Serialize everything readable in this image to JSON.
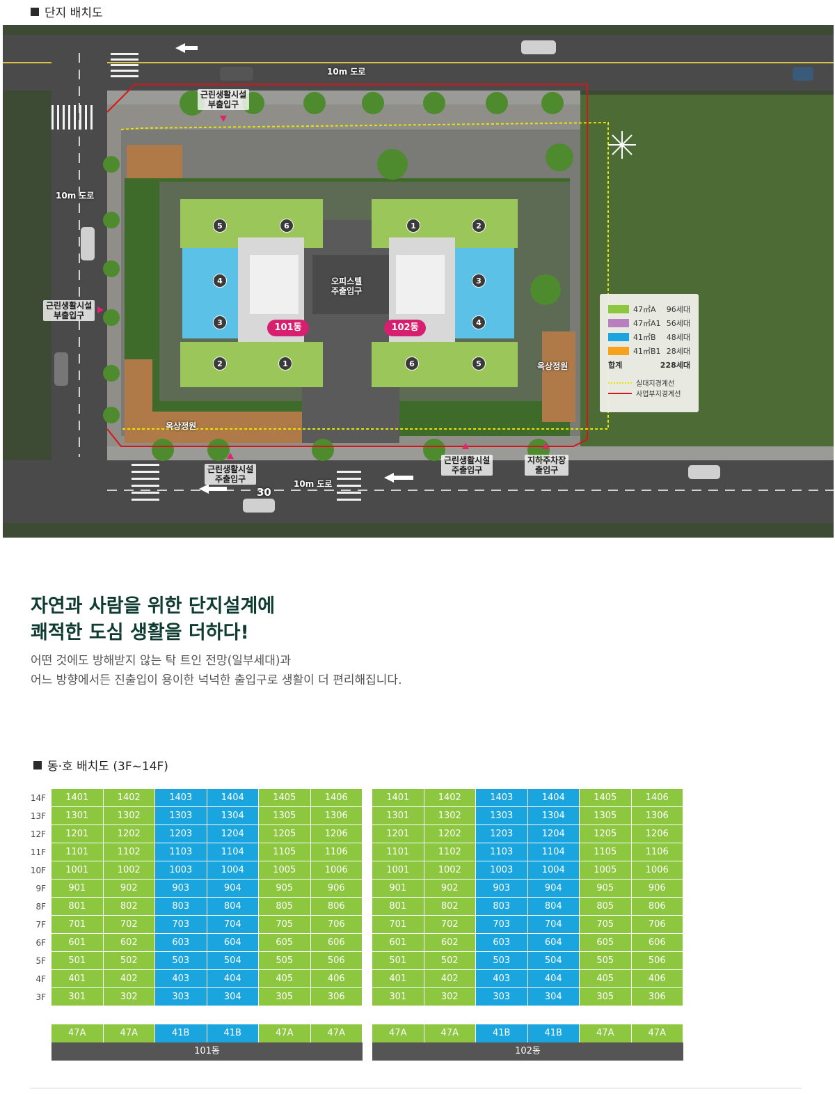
{
  "siteplan_section": {
    "title": "단지 배치도"
  },
  "siteplan": {
    "road_labels": [
      "10m 도로",
      "10m 도로",
      "10m 도로"
    ],
    "entrances": {
      "top": "근린생활시설\n부출입구",
      "left": "근린생활시설\n부출입구",
      "bottom_left": "근린생활시설\n주출입구",
      "bottom_mid": "근린생활시설\n주출입구",
      "parking": "지하주차장\n출입구",
      "officetel": "오피스텔\n주출입구"
    },
    "gardens": [
      "옥상정원",
      "옥상정원"
    ],
    "buildings": [
      "101동",
      "102동"
    ],
    "road_number": "30",
    "unit_numbers_101": [
      "5",
      "6",
      "4",
      "3",
      "2",
      "1"
    ],
    "unit_numbers_102": [
      "1",
      "2",
      "3",
      "4",
      "6",
      "5"
    ],
    "legend": {
      "items": [
        {
          "type": "47㎡A",
          "count": "96세대",
          "color": "#8dc63f"
        },
        {
          "type": "47㎡A1",
          "count": "56세대",
          "color": "#b77fc0"
        },
        {
          "type": "41㎡B",
          "count": "48세대",
          "color": "#1aa5df"
        },
        {
          "type": "41㎡B1",
          "count": "28세대",
          "color": "#f7a21b"
        }
      ],
      "total_label": "합계",
      "total_count": "228세대",
      "lines": [
        {
          "label": "실대지경계선",
          "color": "#e6e600"
        },
        {
          "label": "사업부지경계선",
          "color": "#d7141a"
        }
      ]
    }
  },
  "headline": {
    "line1": "자연과 사람을 위한 단지설계에",
    "line2": "쾌적한 도심 생활을 더하다!"
  },
  "description": {
    "line1": "어떤 것에도 방해받지 않는 탁 트인 전망(일부세대)과",
    "line2": "어느 방향에서든 진출입이 용이한 넉넉한 출입구로 생활이 더 편리해집니다."
  },
  "unit_section": {
    "title": "동·호 배치도 (3F~14F)"
  },
  "unit_table": {
    "floors": [
      "14F",
      "13F",
      "12F",
      "11F",
      "10F",
      "9F",
      "8F",
      "7F",
      "6F",
      "5F",
      "4F",
      "3F"
    ],
    "column_colors": [
      "g",
      "g",
      "b",
      "b",
      "g",
      "g"
    ],
    "colors": {
      "green": "#8dc63f",
      "blue": "#1aa5df",
      "dong_bar": "#555555"
    },
    "buildings": [
      {
        "name": "101동",
        "types": [
          "47A",
          "47A",
          "41B",
          "41B",
          "47A",
          "47A"
        ],
        "rows": [
          [
            "1401",
            "1402",
            "1403",
            "1404",
            "1405",
            "1406"
          ],
          [
            "1301",
            "1302",
            "1303",
            "1304",
            "1305",
            "1306"
          ],
          [
            "1201",
            "1202",
            "1203",
            "1204",
            "1205",
            "1206"
          ],
          [
            "1101",
            "1102",
            "1103",
            "1104",
            "1105",
            "1106"
          ],
          [
            "1001",
            "1002",
            "1003",
            "1004",
            "1005",
            "1006"
          ],
          [
            "901",
            "902",
            "903",
            "904",
            "905",
            "906"
          ],
          [
            "801",
            "802",
            "803",
            "804",
            "805",
            "806"
          ],
          [
            "701",
            "702",
            "703",
            "704",
            "705",
            "706"
          ],
          [
            "601",
            "602",
            "603",
            "604",
            "605",
            "606"
          ],
          [
            "501",
            "502",
            "503",
            "504",
            "505",
            "506"
          ],
          [
            "401",
            "402",
            "403",
            "404",
            "405",
            "406"
          ],
          [
            "301",
            "302",
            "303",
            "304",
            "305",
            "306"
          ]
        ]
      },
      {
        "name": "102동",
        "types": [
          "47A",
          "47A",
          "41B",
          "41B",
          "47A",
          "47A"
        ],
        "rows": [
          [
            "1401",
            "1402",
            "1403",
            "1404",
            "1405",
            "1406"
          ],
          [
            "1301",
            "1302",
            "1303",
            "1304",
            "1305",
            "1306"
          ],
          [
            "1201",
            "1202",
            "1203",
            "1204",
            "1205",
            "1206"
          ],
          [
            "1101",
            "1102",
            "1103",
            "1104",
            "1105",
            "1106"
          ],
          [
            "1001",
            "1002",
            "1003",
            "1004",
            "1005",
            "1006"
          ],
          [
            "901",
            "902",
            "903",
            "904",
            "905",
            "906"
          ],
          [
            "801",
            "802",
            "803",
            "804",
            "805",
            "806"
          ],
          [
            "701",
            "702",
            "703",
            "704",
            "705",
            "706"
          ],
          [
            "601",
            "602",
            "603",
            "604",
            "605",
            "606"
          ],
          [
            "501",
            "502",
            "503",
            "504",
            "505",
            "506"
          ],
          [
            "401",
            "402",
            "403",
            "404",
            "405",
            "406"
          ],
          [
            "301",
            "302",
            "303",
            "304",
            "305",
            "306"
          ]
        ]
      }
    ]
  }
}
